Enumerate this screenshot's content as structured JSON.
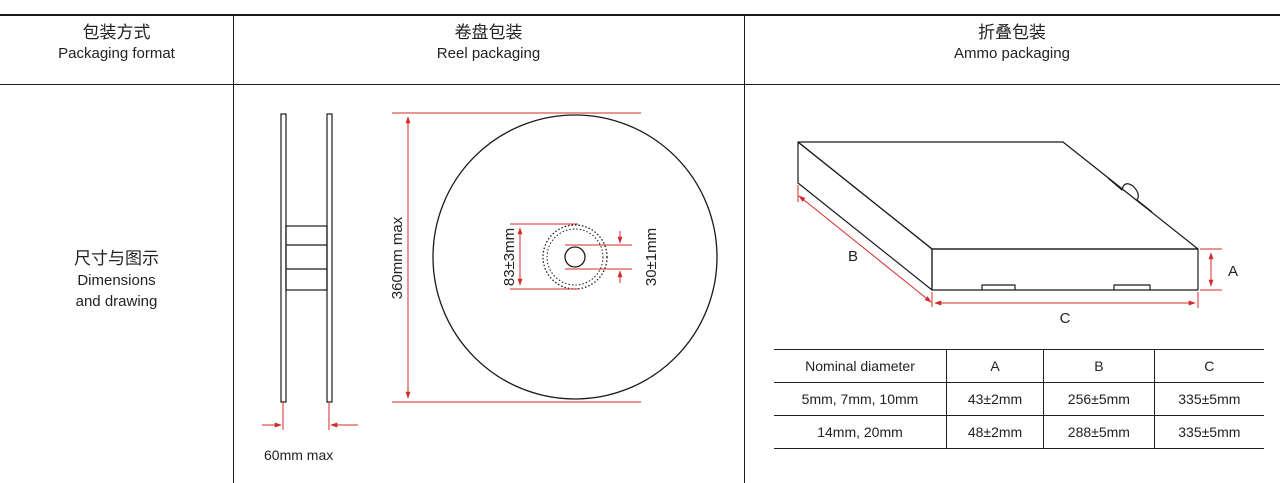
{
  "header": {
    "format": {
      "zh": "包装方式",
      "en": "Packaging format"
    },
    "reel": {
      "zh": "卷盘包装",
      "en": "Reel packaging"
    },
    "ammo": {
      "zh": "折叠包装",
      "en": "Ammo packaging"
    }
  },
  "row": {
    "zh": "尺寸与图示",
    "en_1": "Dimensions",
    "en_2": "and drawing"
  },
  "reel_drawing": {
    "width_label": "60mm max",
    "diameter_label": "360mm max",
    "hub_label": "83±3mm",
    "hole_label": "30±1mm"
  },
  "ammo_drawing": {
    "label_a": "A",
    "label_b": "B",
    "label_c": "C"
  },
  "dimension_table": {
    "headers": [
      "Nominal diameter",
      "A",
      "B",
      "C"
    ],
    "rows": [
      [
        "5mm, 7mm, 10mm",
        "43±2mm",
        "256±5mm",
        "335±5mm"
      ],
      [
        "14mm, 20mm",
        "48±2mm",
        "288±5mm",
        "335±5mm"
      ]
    ]
  },
  "colors": {
    "dimension_line": "#d42a2a",
    "outline": "#1a1a1a"
  }
}
